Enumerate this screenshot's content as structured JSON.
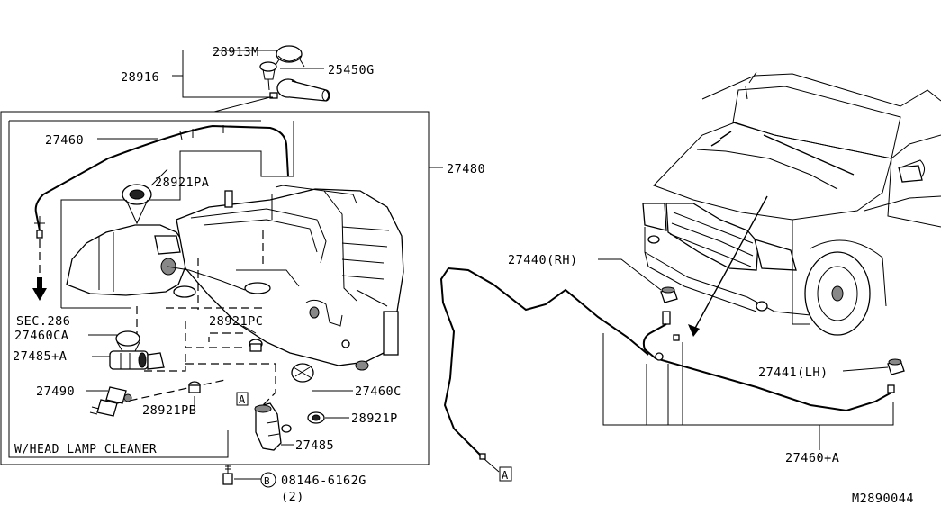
{
  "labels": {
    "p28913M": "28913M",
    "p25450G": "25450G",
    "p28916": "28916",
    "p27460": "27460",
    "p27480": "27480",
    "p28921PA": "28921PA",
    "sec286": "SEC.286",
    "p27460CA": "27460CA",
    "p28921PC": "28921PC",
    "p27485A": "27485+A",
    "p27490": "27490",
    "p28921PB": "28921PB",
    "p27460C": "27460C",
    "p28921P": "28921P",
    "p27485": "27485",
    "headlamp": "W/HEAD LAMP CLEANER",
    "refA_left": "A",
    "refA_right": "A",
    "bolt_b": "B",
    "bolt": "08146-6162G",
    "bolt_qty": "(2)",
    "p27440": "27440(RH)",
    "p27441": "27441(LH)",
    "p27460A": "27460+A",
    "code": "M2890044"
  }
}
